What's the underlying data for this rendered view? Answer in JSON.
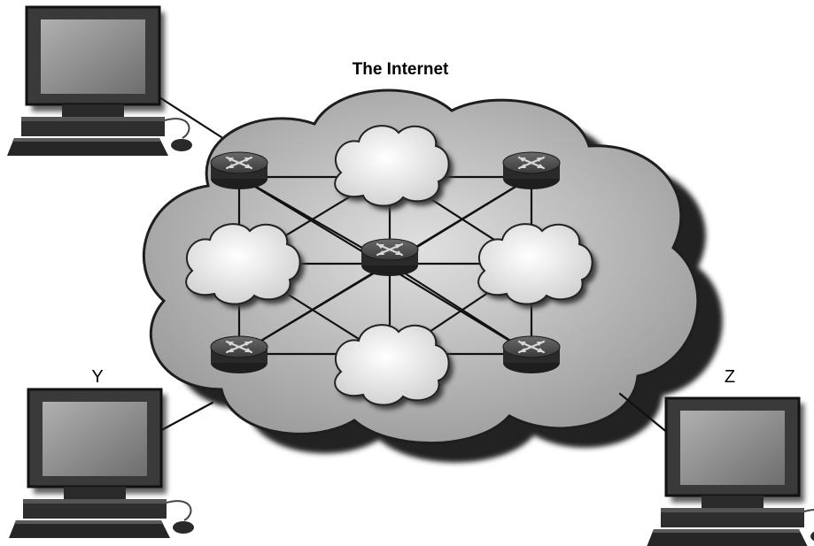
{
  "diagram": {
    "title": "The Internet",
    "hosts": [
      {
        "id": "host-x",
        "label": ""
      },
      {
        "id": "host-y",
        "label": "Y"
      },
      {
        "id": "host-z",
        "label": "Z"
      }
    ],
    "routers": [
      "router-top-left",
      "router-top-right",
      "router-center",
      "router-bottom-left",
      "router-bottom-right"
    ],
    "subnet_clouds": [
      "cloud-top",
      "cloud-left",
      "cloud-right",
      "cloud-bottom"
    ],
    "colors": {
      "background": "#ffffff",
      "internet_cloud_shadow": "#2b2b2b",
      "internet_cloud_fill": "#bdbdbd",
      "subnet_cloud_fill": "#f2f2f2",
      "router_body": "#333333",
      "link": "#111111",
      "monitor_screen": "#8c8c8c",
      "monitor_frame": "#3a3a3a"
    }
  }
}
